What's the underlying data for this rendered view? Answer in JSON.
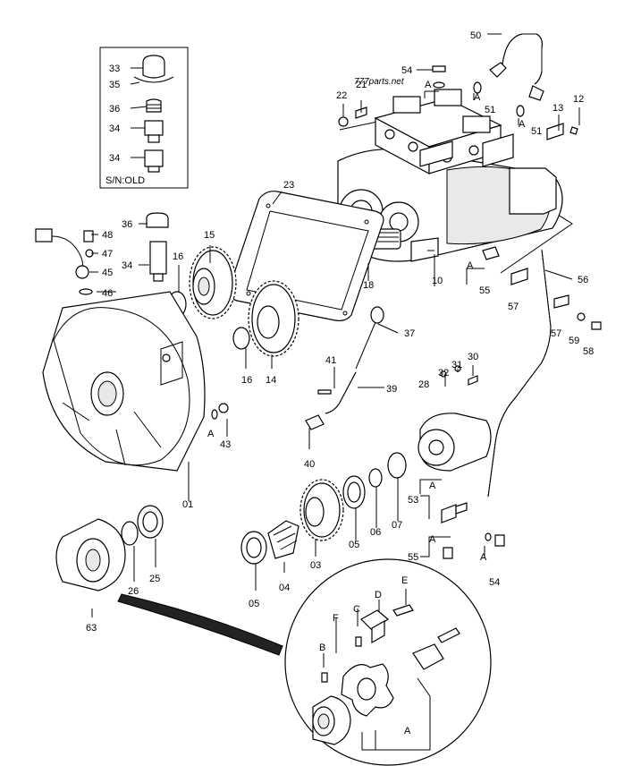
{
  "watermark": "777parts.net",
  "inset": {
    "caption": "S/N:OLD",
    "labels": [
      "33",
      "35",
      "36",
      "34",
      "34"
    ]
  },
  "labels": {
    "l01": "01",
    "l03": "03",
    "l04": "04",
    "l05a": "05",
    "l05b": "05",
    "l06": "06",
    "l07": "07",
    "l10": "10",
    "l12": "12",
    "l13": "13",
    "l14": "14",
    "l15": "15",
    "l16a": "16",
    "l16b": "16",
    "l18": "18",
    "l21": "21",
    "l22": "22",
    "l23": "23",
    "l25": "25",
    "l26": "26",
    "l28": "28",
    "l30": "30",
    "l31": "31",
    "l32": "32",
    "l34": "34",
    "l36": "36",
    "l37": "37",
    "l39": "39",
    "l40": "40",
    "l41": "41",
    "l43": "43",
    "l45": "45",
    "l46": "46",
    "l47": "47",
    "l48": "48",
    "l50": "50",
    "l51a": "51",
    "l51b": "51",
    "l53": "53",
    "l54a": "54",
    "l54b": "54",
    "l55a": "55",
    "l55b": "55",
    "l56": "56",
    "l57a": "57",
    "l57b": "57",
    "l58": "58",
    "l59": "59",
    "l63": "63",
    "lB": "B",
    "lC": "C",
    "lD": "D",
    "lE": "E",
    "lF": "F"
  },
  "ref_marks": {
    "a1": "A",
    "a2": "A",
    "a3": "A",
    "a4": "A",
    "a5": "A",
    "a6": "A",
    "a7": "A",
    "a8": "A",
    "a9": "A"
  }
}
